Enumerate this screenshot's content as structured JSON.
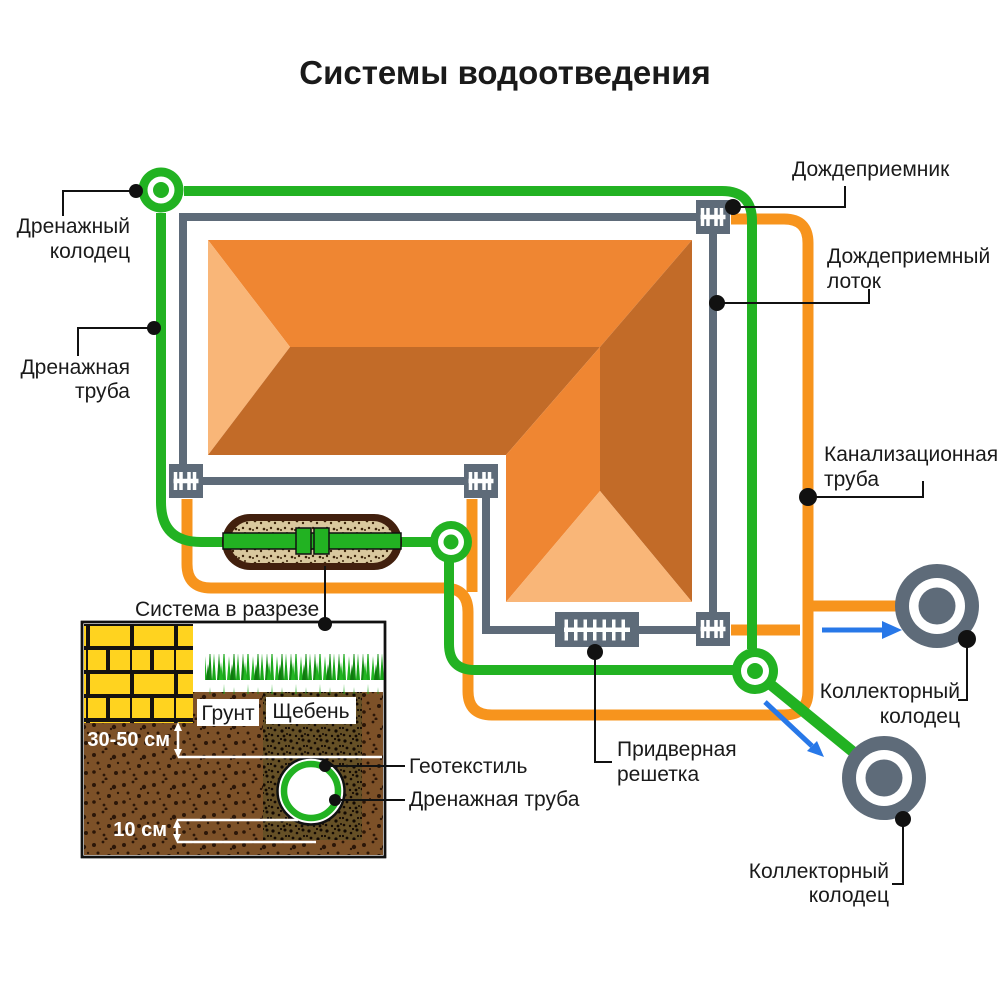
{
  "title": "Системы водоотведения",
  "colors": {
    "pipe_green": "#22b222",
    "pipe_orange": "#f7941d",
    "gutter_gray": "#5e6b79",
    "arrow_blue": "#2878e8",
    "roof_top": "#ef8632",
    "roof_light": "#f9b678",
    "roof_dark": "#c26b28",
    "brick_yellow": "#ffd31f",
    "soil_brown": "#7d5128",
    "gravel_brown": "#655026",
    "capsule_brown": "#42200e",
    "text_dark": "#1a1a1a",
    "measure_white": "#ffffff"
  },
  "labels": {
    "drainage_well": [
      "Дренажный",
      "колодец"
    ],
    "drainage_pipe": [
      "Дренажная",
      "труба"
    ],
    "rain_inlet": "Дождеприемник",
    "rain_tray": [
      "Дождеприемный",
      "лоток"
    ],
    "sewer_pipe": [
      "Канализационная",
      "труба"
    ],
    "collector_well_top": [
      "Коллекторный",
      "колодец"
    ],
    "collector_well_bottom": [
      "Коллекторный",
      "колодец"
    ],
    "door_grate": [
      "Придверная",
      "решетка"
    ]
  },
  "section": {
    "title": "Система в разрезе",
    "soil_label": "Грунт",
    "gravel_label": "Щебень",
    "geotextile_label": "Геотекстиль",
    "drain_pipe_label": "Дренажная труба",
    "depth_top": "30-50 см",
    "depth_bottom": "10 см"
  }
}
